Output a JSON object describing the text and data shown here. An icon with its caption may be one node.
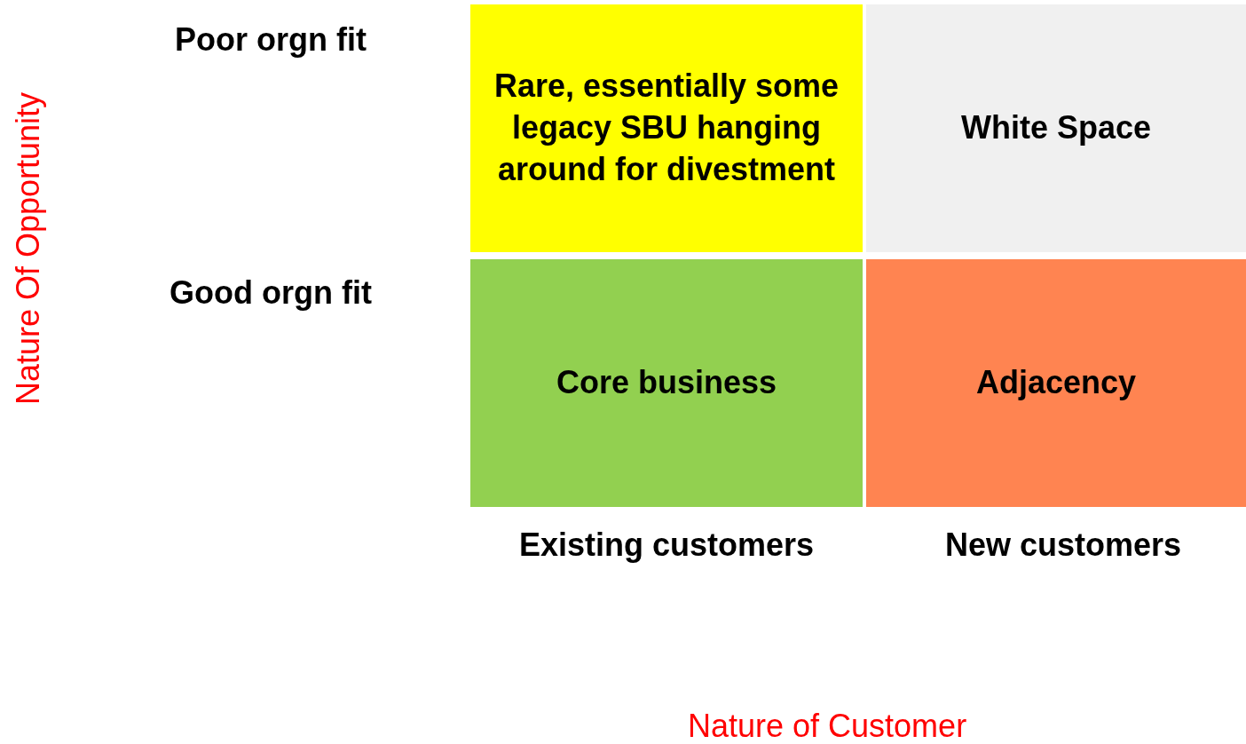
{
  "diagram": {
    "nodes": [
      {
        "text": [
          "Rare, essentially some legacy SBU hanging around for divestment"
        ]
      },
      {
        "text": [
          "White Space"
        ]
      },
      {
        "text": [
          "Core business"
        ]
      },
      {
        "text": [
          "Adjacency"
        ]
      }
    ],
    "labels": [
      "Nature Of Opportunity",
      "Poor orgn fit",
      "Good orgn fit",
      "Existing customers",
      "New customers",
      "Nature of Customer"
    ]
  }
}
